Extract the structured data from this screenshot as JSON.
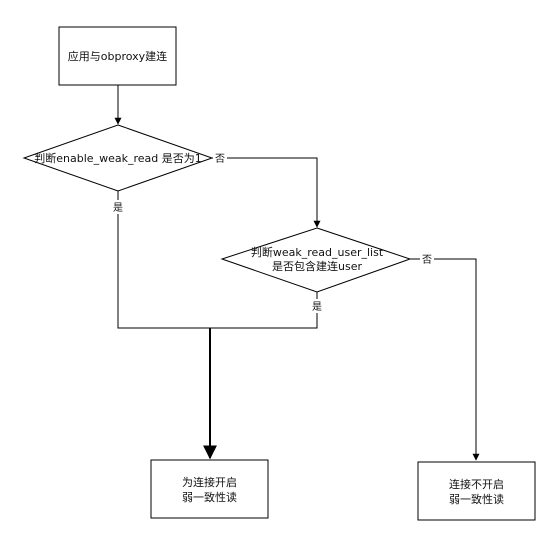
{
  "nodes": {
    "start": [
      "应用与obproxy建连"
    ],
    "check_enable": [
      "判断enable_weak_read 是否为1"
    ],
    "check_user_list": [
      "判断weak_read_user_list",
      "是否包含建连user"
    ],
    "enable_weak": [
      "为连接开启",
      "弱一致性读"
    ],
    "disable_weak": [
      "连接不开启",
      "弱一致性读"
    ]
  },
  "edges": {
    "enable_no": "否",
    "enable_yes": "是",
    "userlist_no": "否",
    "userlist_yes": "是"
  }
}
